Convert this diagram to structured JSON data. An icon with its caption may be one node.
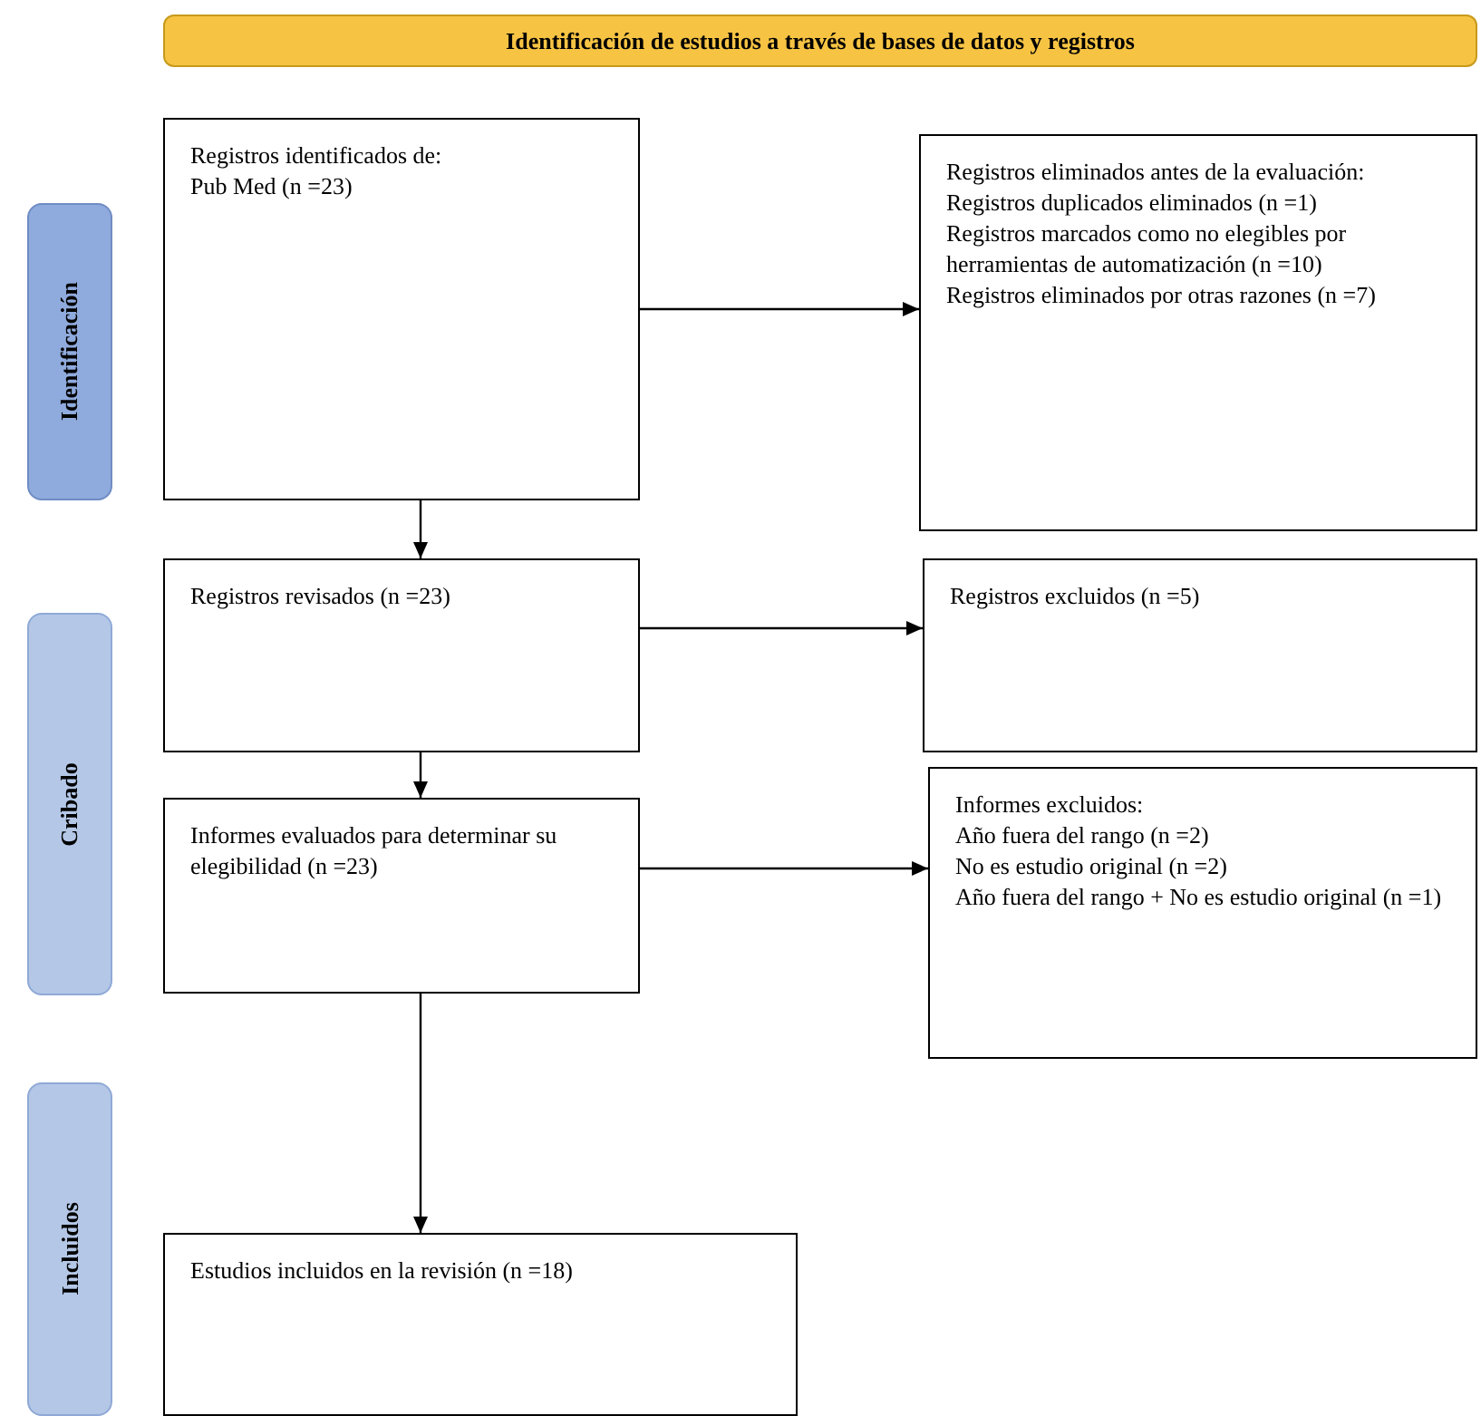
{
  "diagram": {
    "nodes": [
      {
        "text": [
          "Identificación de estudios a través de bases de datos y registros"
        ]
      },
      {
        "text": [
          "Identificación"
        ]
      },
      {
        "text": [
          "Registros identificados de:",
          "Pub Med (n =23)"
        ]
      },
      {
        "text": [
          "Registros eliminados antes de la evaluación:",
          "Registros duplicados eliminados (n =1)",
          "Registros marcados como no elegibles por herramientas de automatización (n =10)",
          "Registros eliminados por otras razones (n =7)"
        ]
      },
      {
        "text": [
          "Cribado"
        ]
      },
      {
        "text": [
          "Registros revisados (n =23)"
        ]
      },
      {
        "text": [
          "Registros excluidos (n =5)"
        ]
      },
      {
        "text": [
          "Informes evaluados para determinar su elegibilidad (n =23)"
        ]
      },
      {
        "text": [
          "Informes excluidos:",
          "Año fuera del rango (n =2)",
          "No es estudio original (n =2)",
          "Año fuera del rango + No es estudio original (n =1)"
        ]
      },
      {
        "text": [
          "Incluidos"
        ]
      },
      {
        "text": [
          "Estudios incluidos en la revisión (n =18)"
        ]
      }
    ],
    "edges": [
      {
        "from": 2,
        "to": 3,
        "arrow": "to"
      },
      {
        "from": 2,
        "to": 5,
        "arrow": "to"
      },
      {
        "from": 5,
        "to": 6,
        "arrow": "to"
      },
      {
        "from": 5,
        "to": 7,
        "arrow": "to"
      },
      {
        "from": 7,
        "to": 8,
        "arrow": "to"
      },
      {
        "from": 7,
        "to": 10,
        "arrow": "to"
      }
    ]
  }
}
